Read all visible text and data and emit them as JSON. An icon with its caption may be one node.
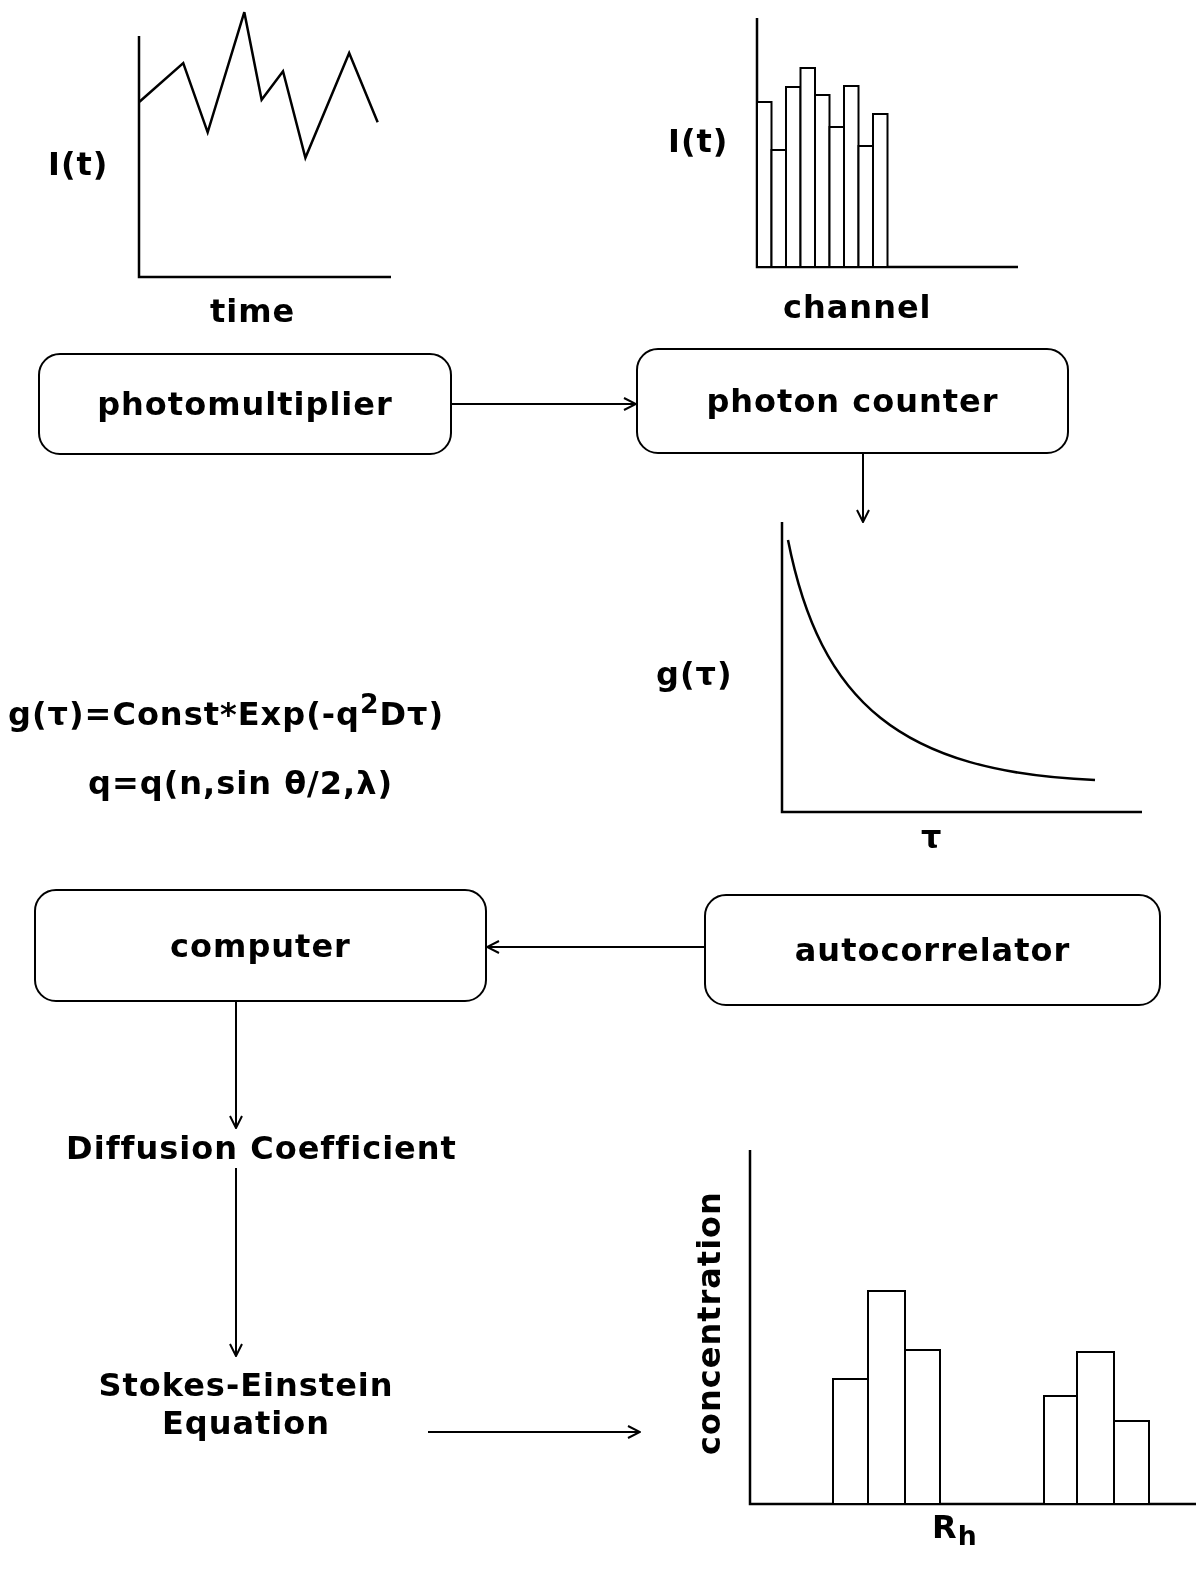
{
  "diagram": {
    "nodes": [
      {
        "text": [
          "photomultiplier"
        ]
      },
      {
        "text": [
          "photon counter"
        ]
      },
      {
        "text": [],
        "shape": "picture"
      },
      {
        "text": [
          "autocorrelator"
        ]
      },
      {
        "text": [
          "computer"
        ]
      },
      {
        "text": [
          "Diffusion Coefficient"
        ]
      },
      {
        "text": [
          "Stokes-Einstein Equation"
        ]
      },
      {
        "text": [],
        "shape": "picture"
      }
    ],
    "edges": [
      {
        "from": 0,
        "to": 1,
        "arrow": "to"
      },
      {
        "from": 1,
        "to": 2,
        "arrow": "to"
      },
      {
        "from": 3,
        "to": 4,
        "arrow": "to"
      },
      {
        "from": 4,
        "to": 5,
        "arrow": "to"
      },
      {
        "from": 5,
        "to": 6,
        "arrow": "to"
      },
      {
        "from": 6,
        "to": 7,
        "arrow": "to"
      }
    ],
    "labels": [
      "I(t)",
      "time",
      "I(t)",
      "channel",
      "g(τ)",
      "g(τ)=Const*Exp(-q$^{2}$Dτ)",
      "q=q(n,sin θ/2,λ)",
      "τ",
      "concentration",
      "R$_{h}$"
    ]
  }
}
